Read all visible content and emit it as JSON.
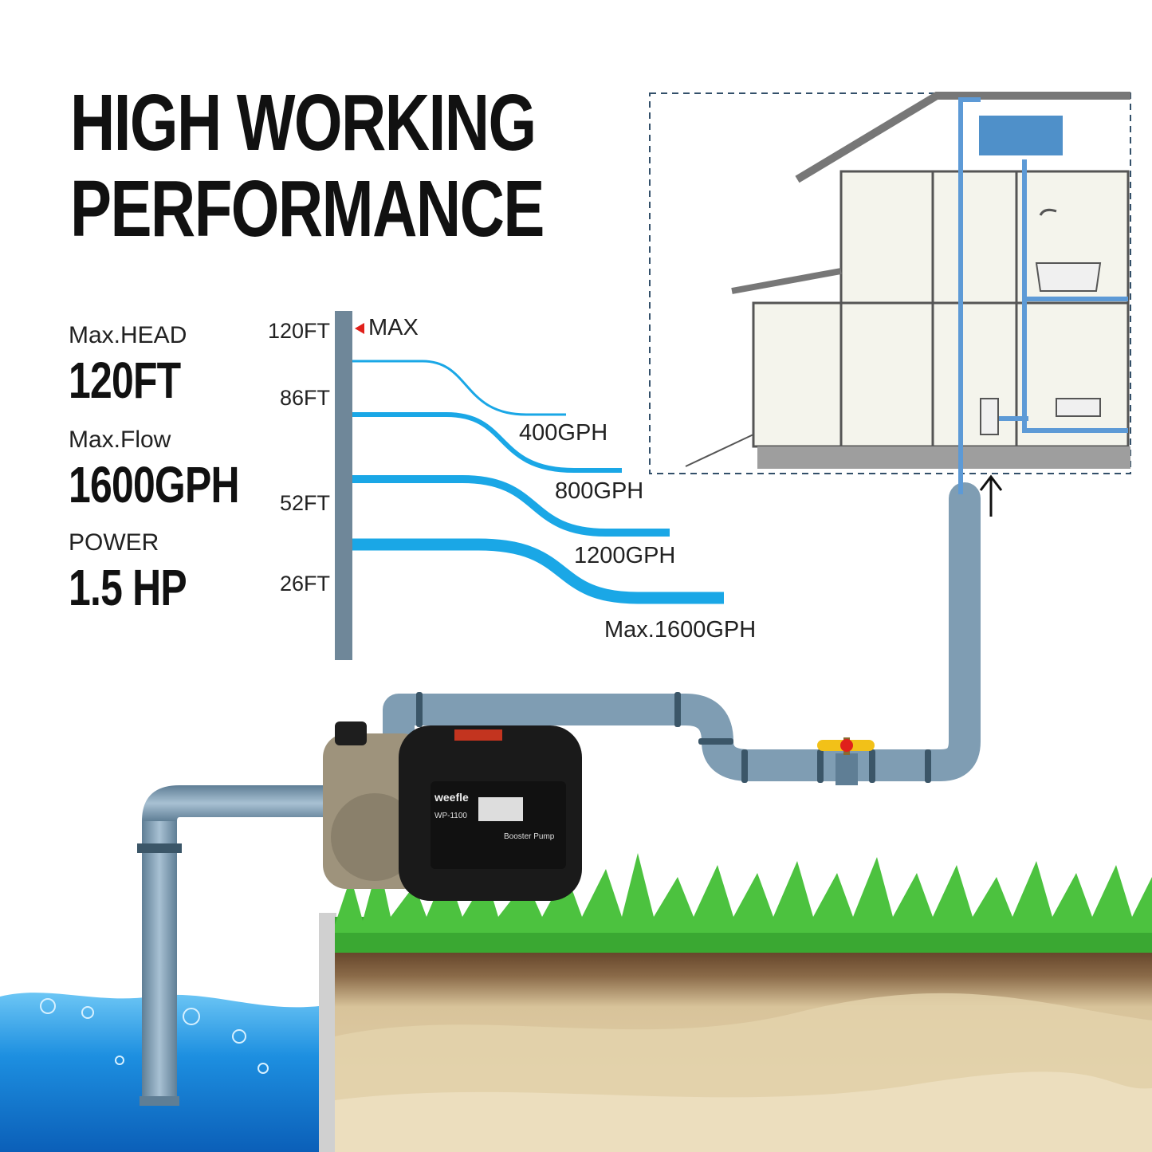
{
  "headline": {
    "line1": "HIGH WORKING",
    "line2": "PERFORMANCE"
  },
  "specs": [
    {
      "label": "Max.HEAD",
      "value": "120FT"
    },
    {
      "label": "Max.Flow",
      "value": "1600GPH"
    },
    {
      "label": "POWER",
      "value": "1.5 HP"
    }
  ],
  "gauge": {
    "ticks": [
      "120FT",
      "86FT",
      "52FT",
      "26FT"
    ],
    "max_label": "MAX"
  },
  "flow_curves": [
    "400GPH",
    "800GPH",
    "1200GPH",
    "Max.1600GPH"
  ],
  "pump": {
    "brand": "weefle",
    "model": "WP-1100",
    "panel_label": "Booster Pump"
  },
  "colors": {
    "water_curve": "#1aa7e6",
    "pipe": "#7f9db3",
    "grass": "#3aa832",
    "soil": "#d8c39a",
    "water": "#1d8fe0",
    "marker": "#e0201b"
  }
}
